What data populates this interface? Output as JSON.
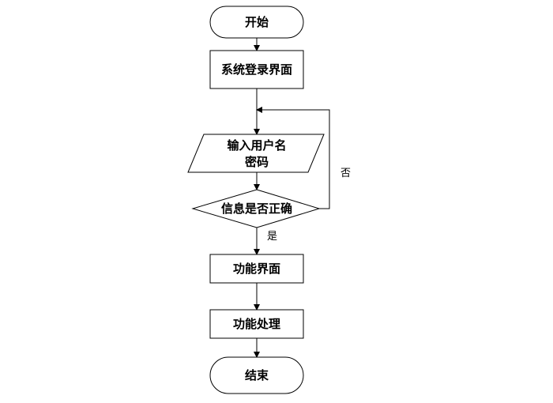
{
  "nodes": {
    "start": "开始",
    "login": "系统登录界面",
    "input_line1": "输入用户名",
    "input_line2": "密码",
    "check": "信息是否正确",
    "function_ui": "功能界面",
    "function_proc": "功能处理",
    "end": "结束"
  },
  "edges": {
    "no_label": "否",
    "yes_label": "是"
  }
}
